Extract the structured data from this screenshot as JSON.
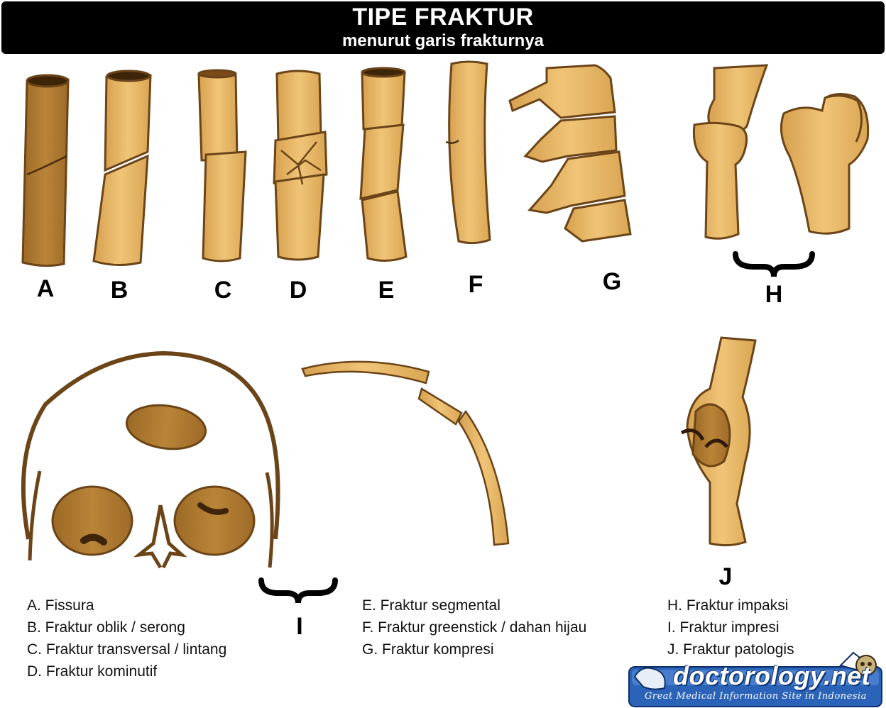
{
  "header": {
    "title": "TIPE FRAKTUR",
    "subtitle": "menurut garis frakturnya"
  },
  "labels": [
    "A",
    "B",
    "C",
    "D",
    "E",
    "F",
    "G",
    "H",
    "I",
    "J"
  ],
  "legend": {
    "col1": [
      "A. Fissura",
      "B. Fraktur oblik / serong",
      "C. Fraktur transversal / lintang",
      "D. Fraktur kominutif"
    ],
    "col2": [
      "E. Fraktur segmental",
      "F. Fraktur greenstick / dahan hijau",
      "G. Fraktur kompresi"
    ],
    "col3": [
      "H. Fraktur impaksi",
      "I. Fraktur impresi",
      "J. Fraktur patologis"
    ]
  },
  "logo": {
    "name": "doctorology.net",
    "tagline": "Great Medical Information Site in Indonesia"
  },
  "colors": {
    "bone_fill": "#e8b867",
    "bone_dark": "#b07c30",
    "bone_outline": "#6b4418",
    "header_bg": "#000000",
    "logo_blue": "#2a63b8"
  }
}
